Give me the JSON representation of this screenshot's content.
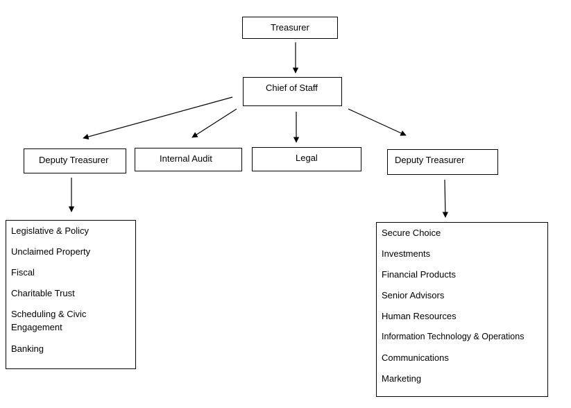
{
  "nodes": {
    "treasurer": "Treasurer",
    "chief_of_staff": "Chief of Staff",
    "deputy_treasurer_left": "Deputy Treasurer",
    "internal_audit": "Internal Audit",
    "legal": "Legal",
    "deputy_treasurer_right": "Deputy Treasurer"
  },
  "left_list": [
    "Legislative & Policy",
    "Unclaimed Property",
    "Fiscal",
    "Charitable Trust",
    "Scheduling & Civic Engagement",
    "Banking"
  ],
  "right_list": [
    "Secure Choice",
    "Investments",
    "Financial Products",
    "Senior Advisors",
    "Human Resources",
    "Information Technology & Operations",
    "Communications",
    "Marketing"
  ]
}
